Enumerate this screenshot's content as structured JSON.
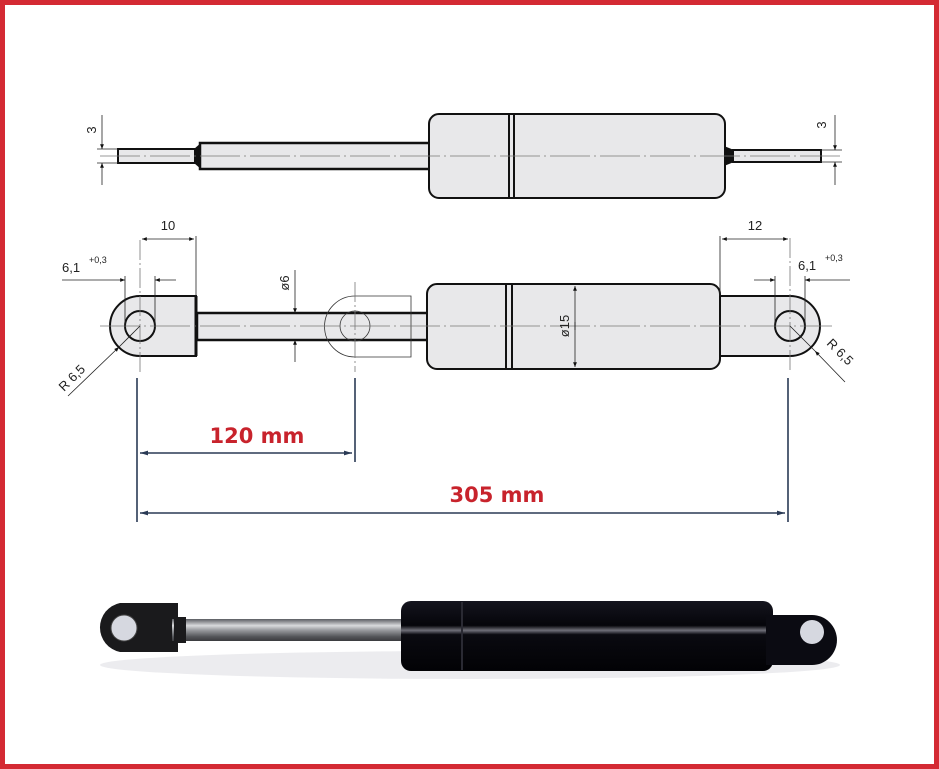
{
  "colors": {
    "frame_border": "#d42a33",
    "part_fill": "#e8e8ea",
    "outline": "#111111",
    "callout_text": "#c8232c",
    "callout_line": "#2a3a55",
    "photo_body": "#0a0a12",
    "photo_rod": "#8a8c90"
  },
  "top_view": {
    "left_rod_dia": "3",
    "right_rod_dia": "3"
  },
  "side_view": {
    "left_eye_length": "10",
    "left_hole_dia": "6,1",
    "left_hole_tol": "+0,3",
    "left_radius": "R 6,5",
    "rod_dia": "ø6",
    "body_dia": "ø15",
    "right_eye_length": "12",
    "right_hole_dia": "6,1",
    "right_hole_tol": "+0,3",
    "right_radius": "R 6,5"
  },
  "callouts": {
    "stroke": "120 mm",
    "length": "305 mm"
  },
  "photo": {
    "icon": "gas-spring-photo"
  }
}
